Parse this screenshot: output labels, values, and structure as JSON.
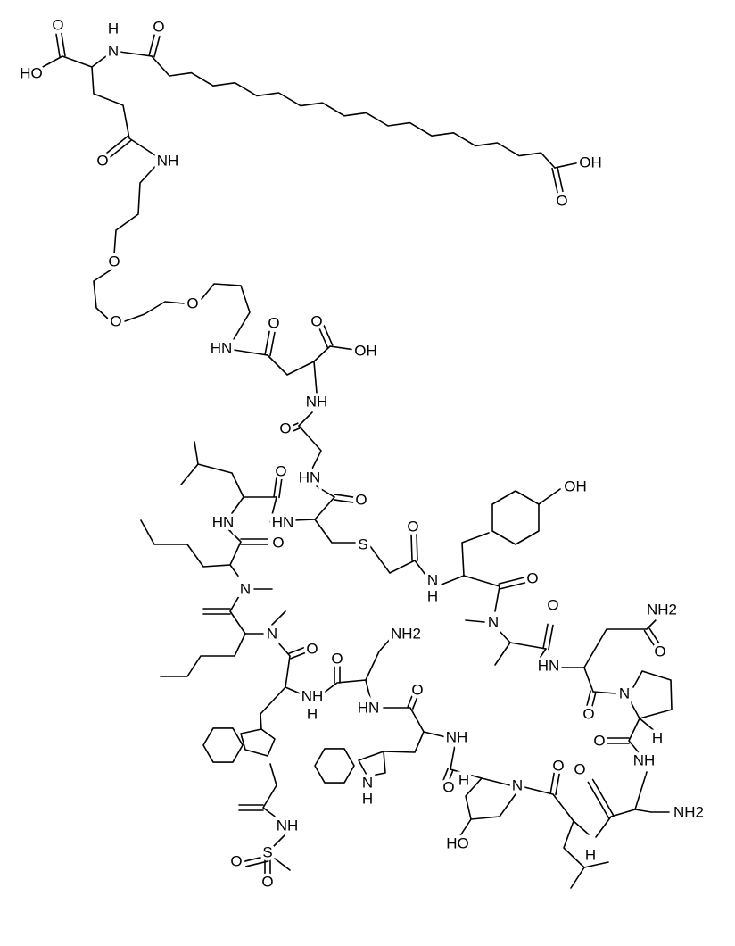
{
  "diagram": {
    "type": "chemical-structure",
    "atom_labels": [
      "O",
      "HO",
      "H",
      "N",
      "O",
      "OH",
      "O",
      "O",
      "NH",
      "O",
      "O",
      "O",
      "HN",
      "O",
      "O",
      "OH",
      "NH",
      "O",
      "HN",
      "O",
      "O",
      "HN",
      "HN",
      "O",
      "S",
      "O",
      "N",
      "H",
      "OH",
      "O",
      "N",
      "NH2",
      "O",
      "O",
      "HN",
      "N",
      "O",
      "O",
      "H",
      "NH",
      "NH2",
      "O",
      "O",
      "N",
      "NH",
      "O",
      "HO",
      "N",
      "H",
      "NH2",
      "HN",
      "O",
      "NH",
      "H",
      "O",
      "N",
      "O",
      "NH",
      "S",
      "O",
      "O",
      "N",
      "H",
      "H"
    ]
  }
}
